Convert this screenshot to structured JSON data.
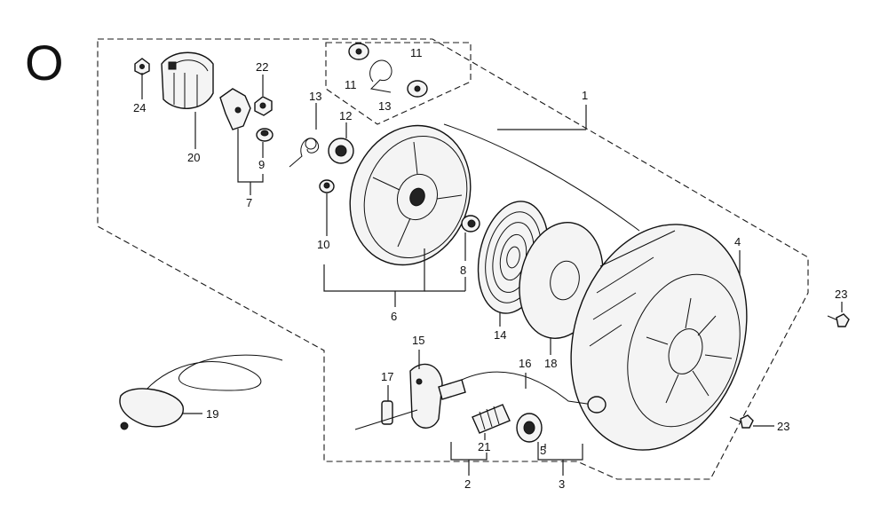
{
  "section_letter": "O",
  "callouts": {
    "p1": "1",
    "p2": "2",
    "p3": "3",
    "p4": "4",
    "p5": "5",
    "p6": "6",
    "p7": "7",
    "p8": "8",
    "p9": "9",
    "p10": "10",
    "p11a": "11",
    "p11b": "11",
    "p12": "12",
    "p13a": "13",
    "p13b": "13",
    "p14": "14",
    "p15": "15",
    "p16": "16",
    "p17": "17",
    "p18": "18",
    "p19": "19",
    "p20": "20",
    "p21": "21",
    "p22": "22",
    "p23a": "23",
    "p23b": "23",
    "p24": "24"
  }
}
